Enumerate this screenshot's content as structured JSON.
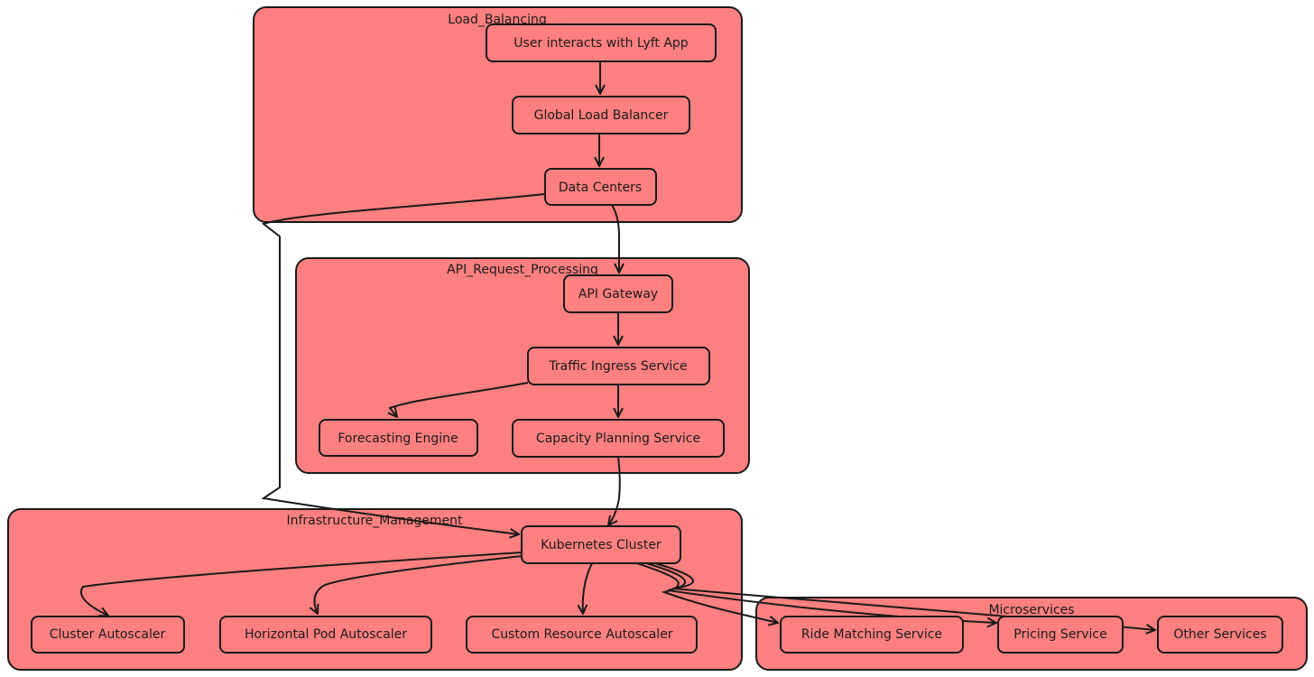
{
  "diagram": {
    "groups": {
      "load_balancing": "Load_Balancing",
      "api_request_processing": "API_Request_Processing",
      "infrastructure_management": "Infrastructure_Management",
      "microservices": "Microservices"
    },
    "nodes": {
      "user_app": "User interacts with Lyft App",
      "global_lb": "Global Load Balancer",
      "data_centers": "Data Centers",
      "api_gateway": "API Gateway",
      "traffic_ingress": "Traffic Ingress Service",
      "forecasting": "Forecasting Engine",
      "capacity_planning": "Capacity Planning Service",
      "kubernetes": "Kubernetes Cluster",
      "cluster_autoscaler": "Cluster Autoscaler",
      "hpa": "Horizontal Pod Autoscaler",
      "custom_autoscaler": "Custom Resource Autoscaler",
      "ride_matching": "Ride Matching Service",
      "pricing": "Pricing Service",
      "other_services": "Other Services"
    },
    "edges": [
      {
        "from": "user_app",
        "to": "global_lb"
      },
      {
        "from": "global_lb",
        "to": "data_centers"
      },
      {
        "from": "data_centers",
        "to": "api_gateway"
      },
      {
        "from": "data_centers",
        "to": "kubernetes"
      },
      {
        "from": "api_gateway",
        "to": "traffic_ingress"
      },
      {
        "from": "traffic_ingress",
        "to": "forecasting"
      },
      {
        "from": "traffic_ingress",
        "to": "capacity_planning"
      },
      {
        "from": "capacity_planning",
        "to": "kubernetes"
      },
      {
        "from": "kubernetes",
        "to": "cluster_autoscaler"
      },
      {
        "from": "kubernetes",
        "to": "hpa"
      },
      {
        "from": "kubernetes",
        "to": "custom_autoscaler"
      },
      {
        "from": "kubernetes",
        "to": "ride_matching"
      },
      {
        "from": "kubernetes",
        "to": "pricing"
      },
      {
        "from": "kubernetes",
        "to": "other_services"
      }
    ]
  },
  "colors": {
    "fill": "#ff8080",
    "stroke": "#1a1a1a"
  }
}
